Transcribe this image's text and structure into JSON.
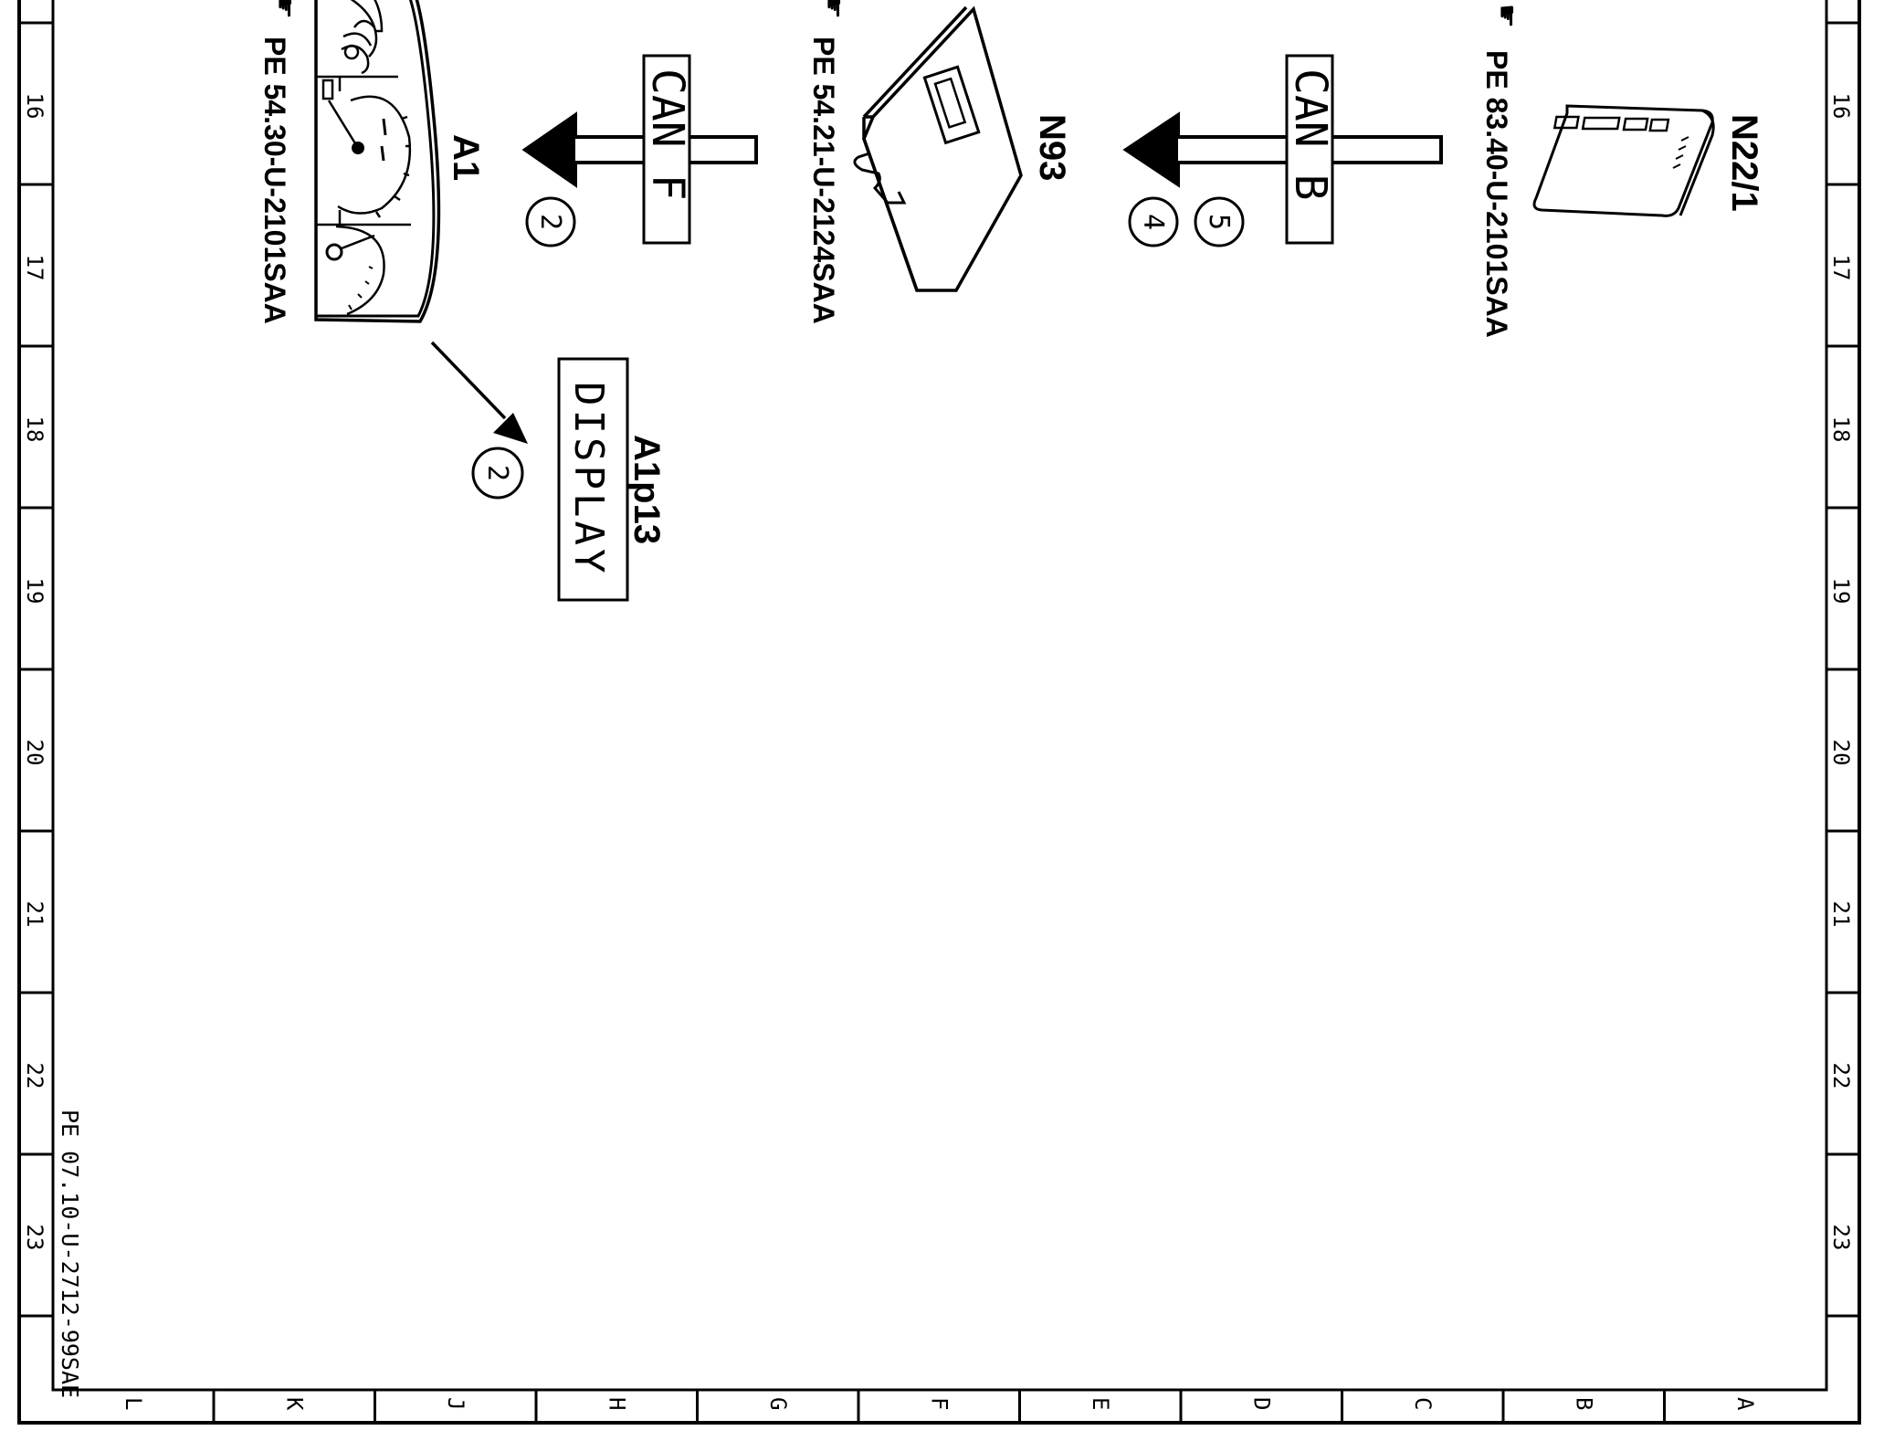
{
  "frame": {
    "row_labels": [
      "16",
      "17",
      "18",
      "19",
      "20",
      "21",
      "22",
      "23"
    ],
    "column_labels": [
      "L",
      "K",
      "J",
      "H",
      "G",
      "F",
      "E",
      "D",
      "C",
      "B",
      "A"
    ],
    "drawing_number": "PE 07.10-U-2712-99SAE"
  },
  "components": {
    "n22_1": {
      "label": "N22/1",
      "ref": "PE 83.40-U-2101SAA"
    },
    "n93": {
      "label": "N93",
      "ref": "PE 54.21-U-2124SAA"
    },
    "a1": {
      "label": "A1",
      "ref": "PE 54.30-U-2101SAA"
    },
    "a1p13": {
      "label": "A1p13",
      "box_text": "DISPLAY"
    }
  },
  "buses": {
    "can_b": {
      "label": "CAN B",
      "markers": [
        "5",
        "4"
      ]
    },
    "can_f": {
      "label": "CAN F",
      "markers": [
        "2"
      ]
    }
  },
  "display_marker": "2",
  "icons": {
    "reference": "pointing-hand-icon"
  }
}
